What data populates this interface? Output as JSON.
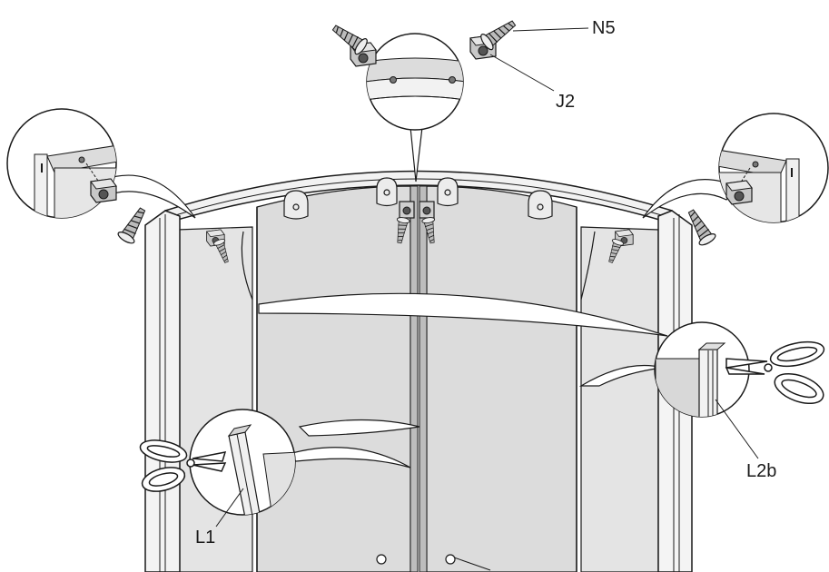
{
  "labels": {
    "n5": "N5",
    "j2": "J2",
    "l2b": "L2b",
    "l1": "L1"
  },
  "colors": {
    "line": "#1a1a1a",
    "glass": "#d9d9d9",
    "metal": "#9a9a9a",
    "paper": "#ffffff"
  }
}
